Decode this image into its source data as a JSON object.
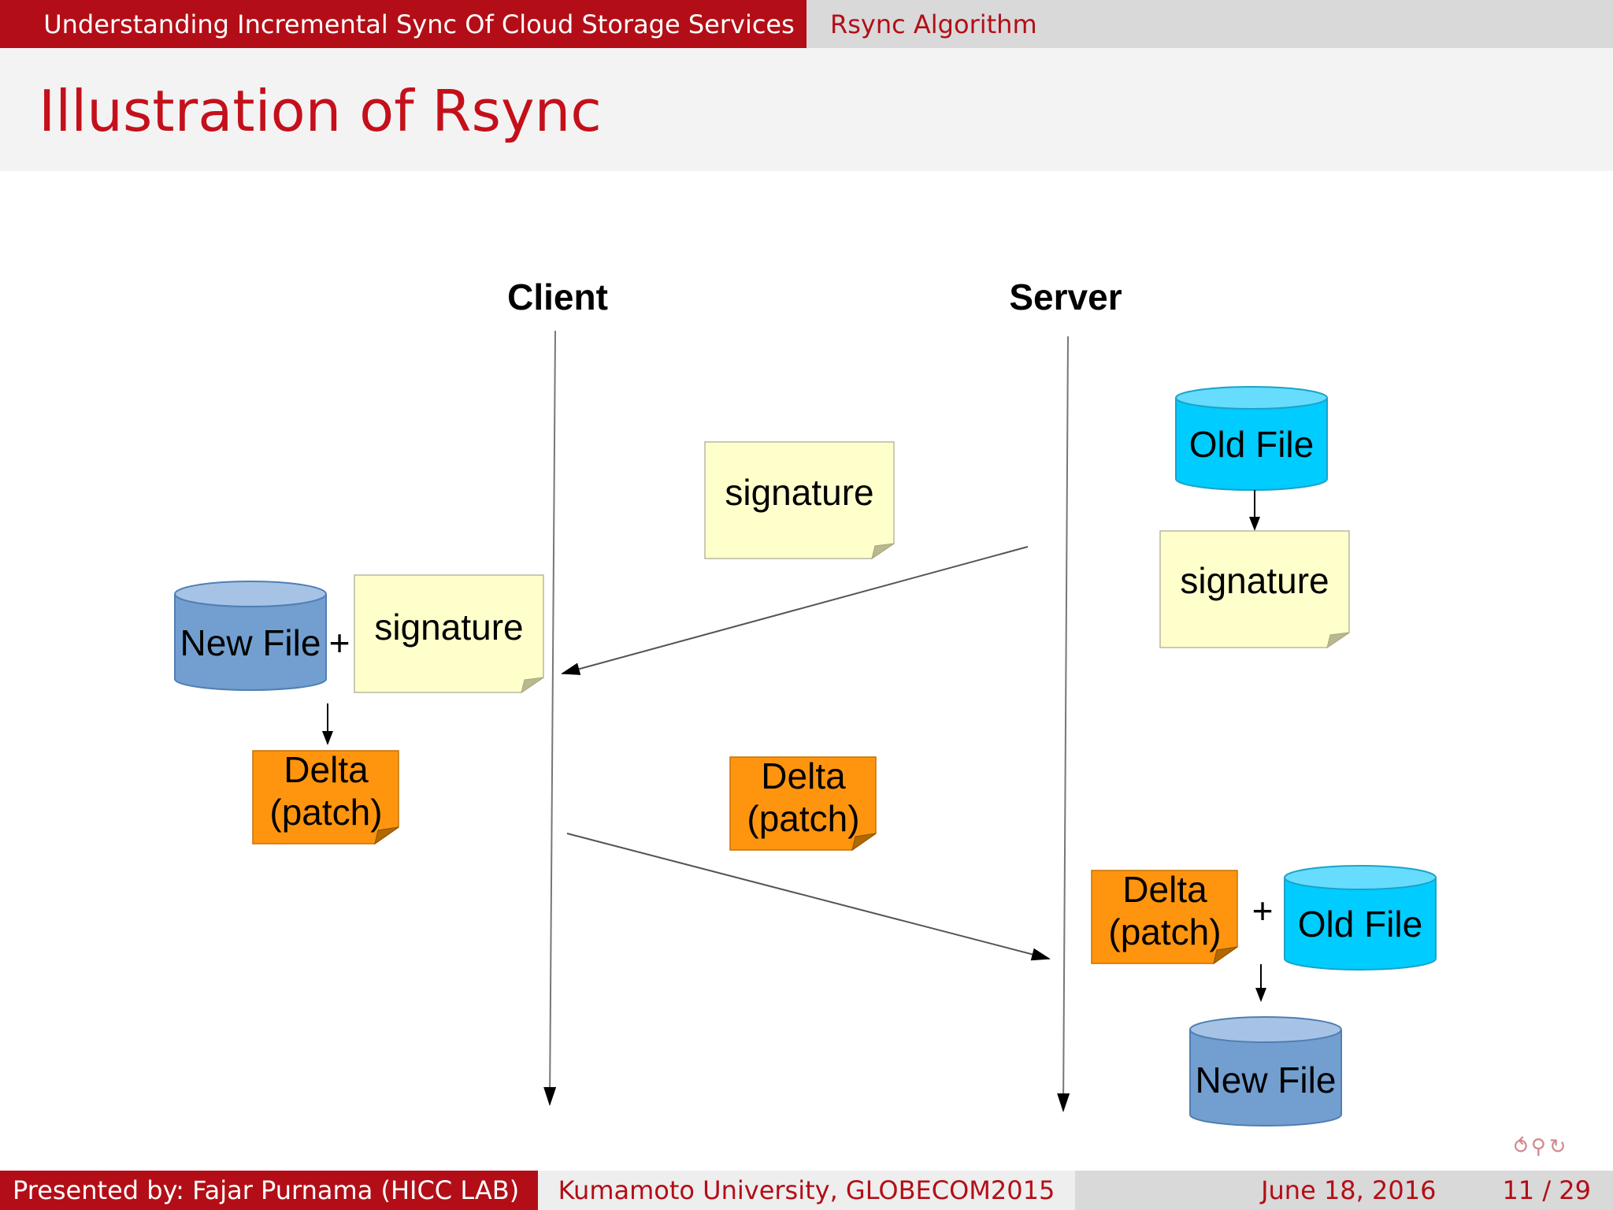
{
  "header": {
    "section": "Understanding Incremental Sync Of Cloud Storage Services",
    "subsection": "Rsync Algorithm"
  },
  "slide": {
    "title": "Illustration of Rsync"
  },
  "diagram": {
    "client_label": "Client",
    "server_label": "Server",
    "server_old_file": "Old File",
    "server_signature": "signature",
    "transfer_signature": "signature",
    "client_new_file": "New File",
    "client_plus": "+",
    "client_signature": "signature",
    "client_delta_line1": "Delta",
    "client_delta_line2": "(patch)",
    "transfer_delta_line1": "Delta",
    "transfer_delta_line2": "(patch)",
    "server_delta_line1": "Delta",
    "server_delta_line2": "(patch)",
    "server_plus": "+",
    "server_old_file_2": "Old File",
    "server_new_file": "New File",
    "colors": {
      "note_yellow": "#ffffcc",
      "patch_orange": "#ff950e",
      "old_file_cyan": "#00ccff",
      "new_file_blue": "#729fcf"
    }
  },
  "footer": {
    "presenter": "Presented by: Fajar Purnama (HICC LAB)",
    "venue": "Kumamoto University, GLOBECOM2015",
    "date": "June 18, 2016",
    "page": "11 / 29"
  },
  "nav": {
    "symbols": "⥀⚲↻"
  }
}
